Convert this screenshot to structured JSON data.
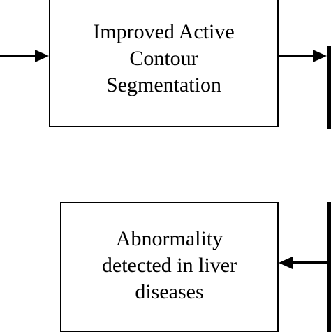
{
  "nodes": {
    "top": {
      "label": "Improved Active\nContour\nSegmentation"
    },
    "bottom": {
      "label": "Abnormality\ndetected in liver\ndiseases"
    }
  },
  "edges": [
    {
      "from": "left-offscreen",
      "to": "top",
      "direction": "right"
    },
    {
      "from": "top",
      "to": "right-offscreen",
      "direction": "right"
    },
    {
      "from": "right-offscreen",
      "to": "bottom",
      "direction": "left"
    }
  ],
  "colors": {
    "stroke": "#000000",
    "background": "#ffffff"
  }
}
